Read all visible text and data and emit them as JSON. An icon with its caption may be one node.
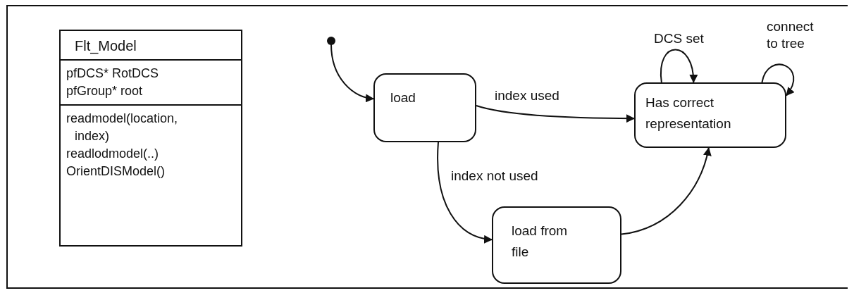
{
  "diagram": {
    "nodes": [
      {
        "text": [
          "Flt_Model",
          "pfDCS* RotDCS",
          "pfGroup* root",
          "readmodel(location, index)",
          "readlodmodel(..)",
          "OrientDISModel()"
        ]
      },
      {
        "text": [],
        "shape": "circle"
      },
      {
        "text": [
          "load"
        ]
      },
      {
        "text": [
          "Has correct representation"
        ]
      },
      {
        "text": [
          "load from file"
        ]
      }
    ],
    "edges": [
      {
        "from": 1,
        "to": 2,
        "arrow": "to"
      },
      {
        "from": 2,
        "to": 3,
        "arrow": "to",
        "label": "index used"
      },
      {
        "from": 2,
        "to": 4,
        "arrow": "to",
        "label": "index not used"
      },
      {
        "from": 4,
        "to": 3,
        "arrow": "to"
      },
      {
        "from": 3,
        "to": 3,
        "arrow": "to",
        "label": "DCS set"
      },
      {
        "from": 3,
        "to": 3,
        "arrow": "to",
        "label": "connect to tree"
      }
    ]
  }
}
